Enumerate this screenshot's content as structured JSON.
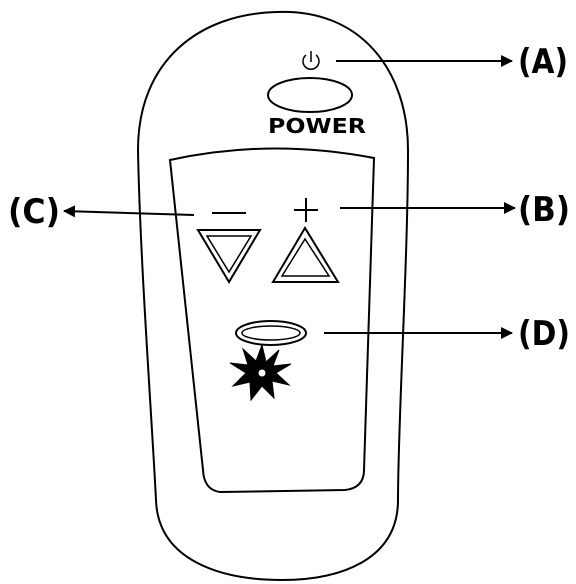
{
  "labels": {
    "a": "(A)",
    "b": "(B)",
    "c": "(C)",
    "d": "(D)",
    "power": "POWER"
  },
  "icons": {
    "power": "power-icon",
    "minus": "minus-sign-icon",
    "plus": "plus-sign-icon",
    "down": "down-triangle-icon",
    "up": "up-triangle-icon",
    "light": "starburst-light-icon"
  },
  "colors": {
    "stroke": "#000000",
    "background": "#ffffff"
  }
}
